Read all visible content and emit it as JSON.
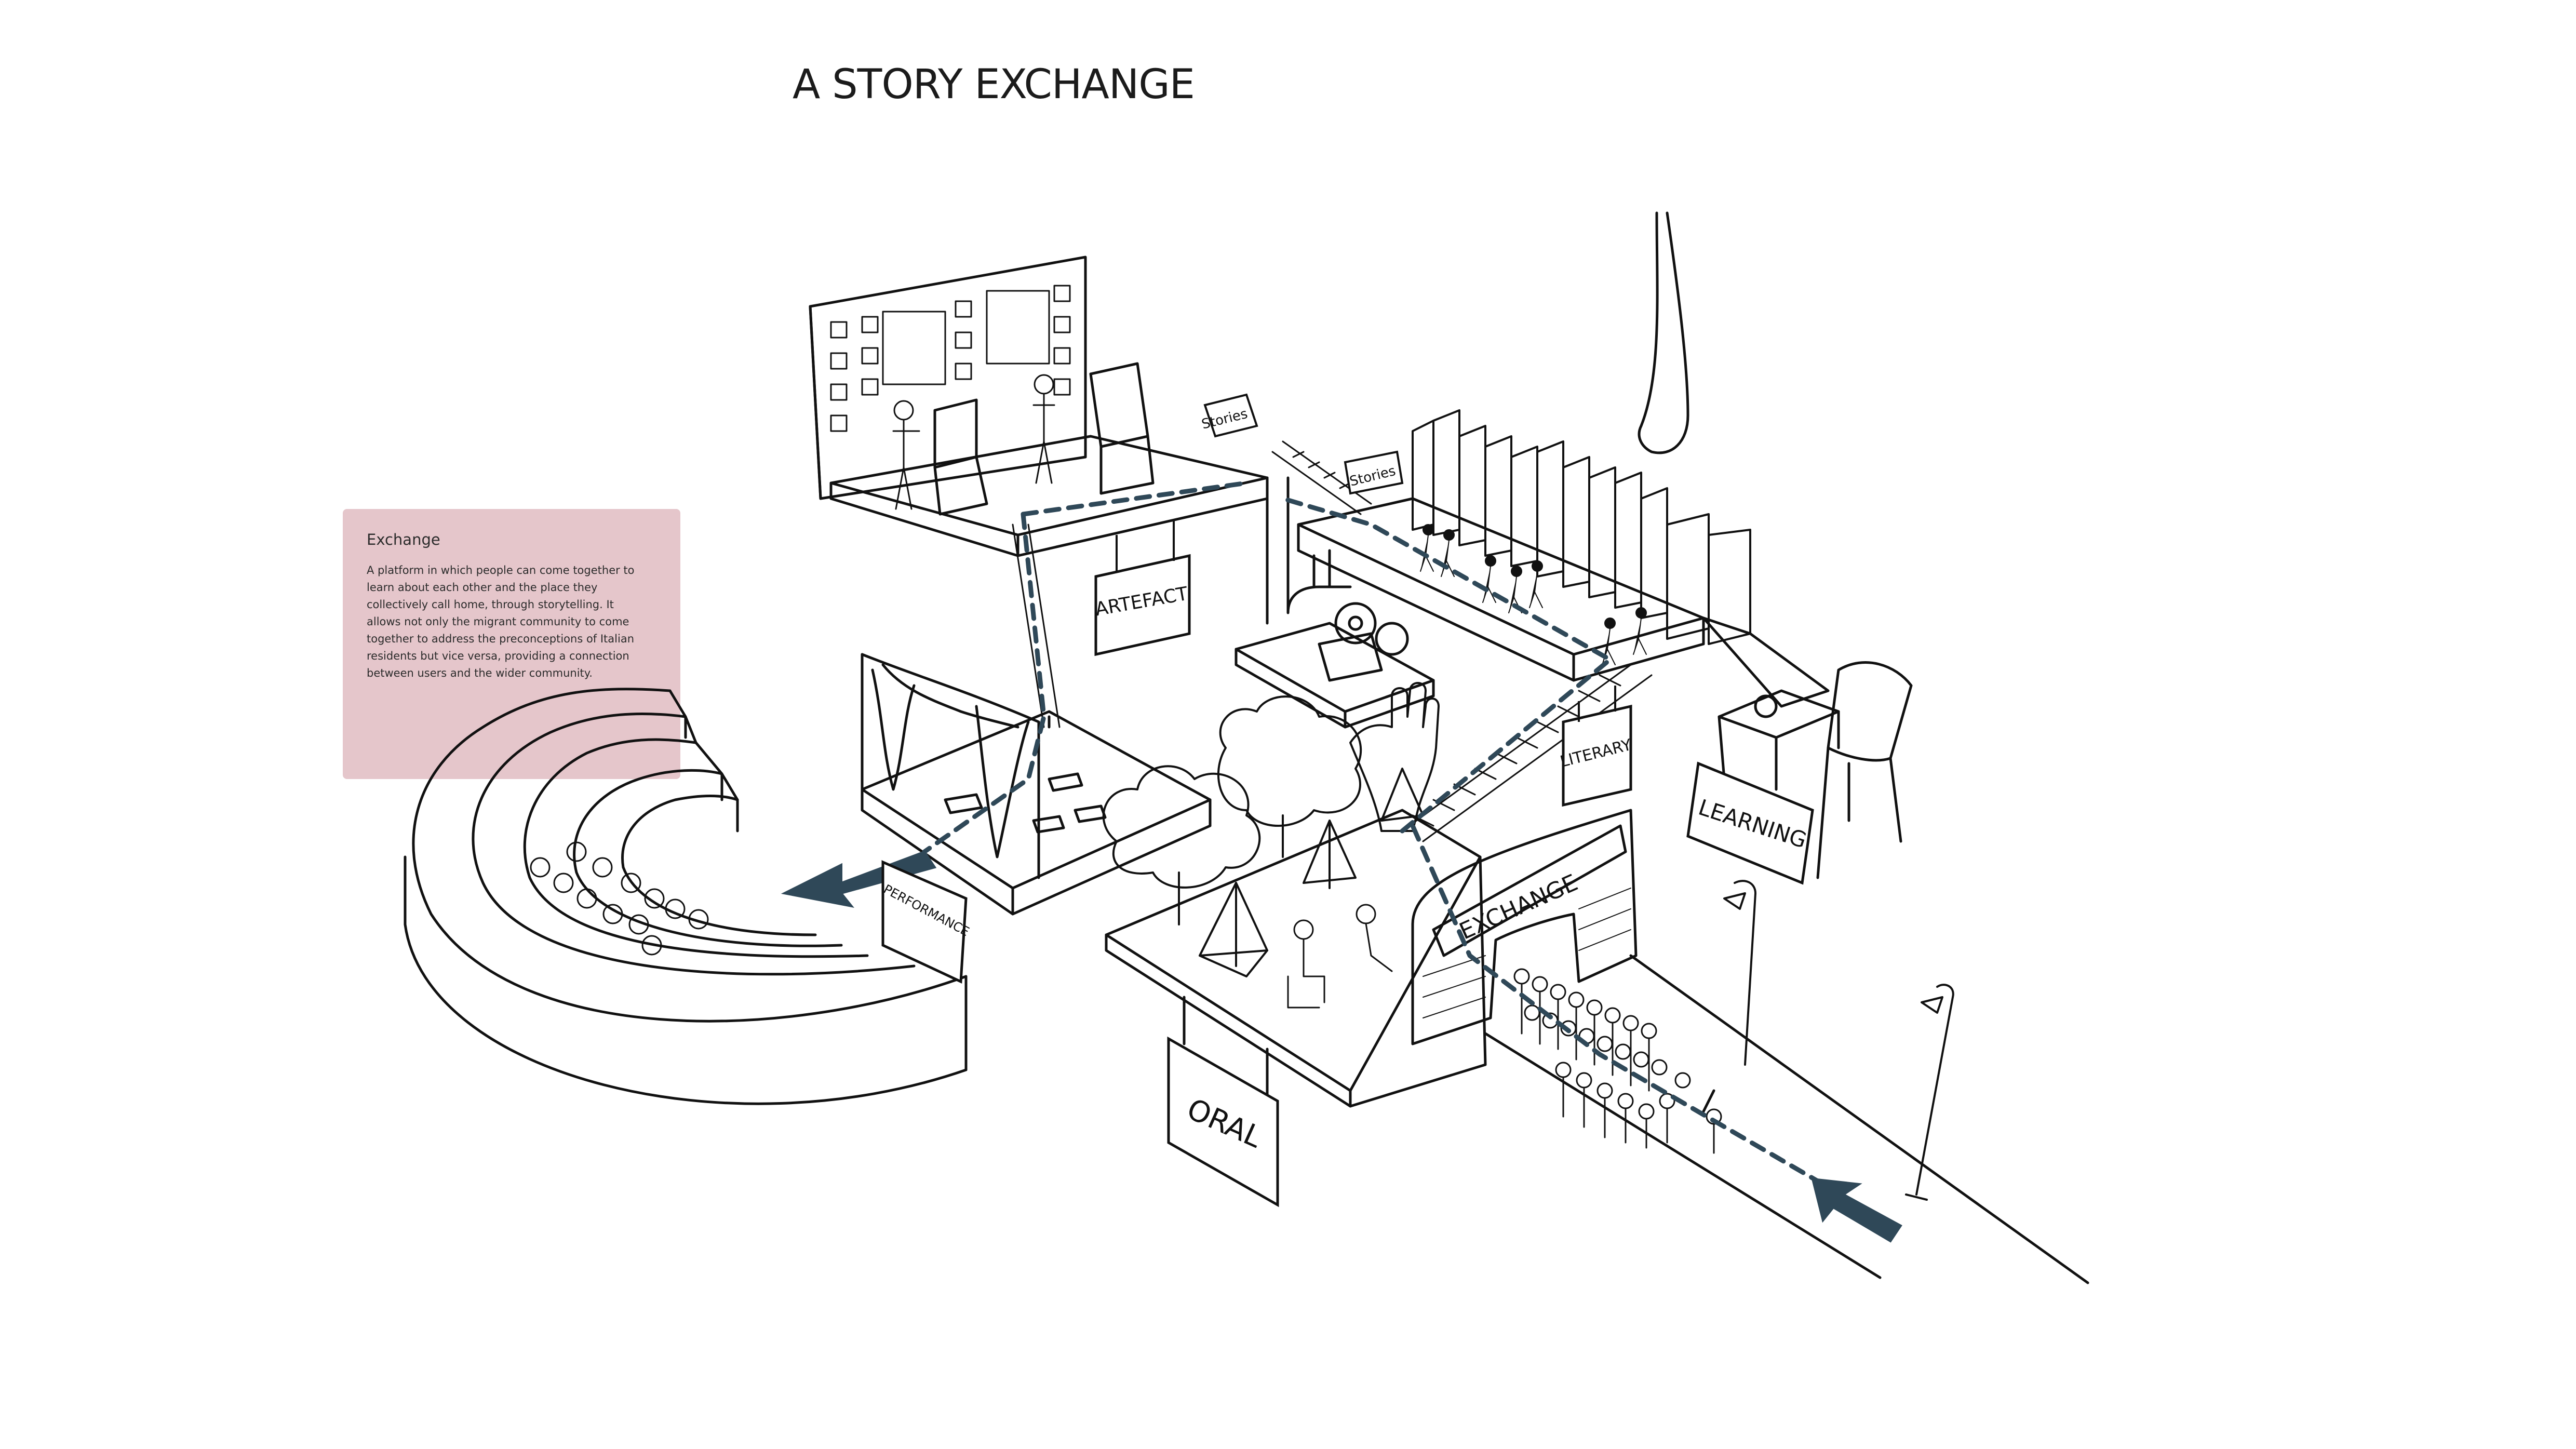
{
  "title": "A STORY EXCHANGE",
  "info": {
    "heading": "Exchange",
    "body": "A platform in which people can come together to learn about each other and the place they collectively call home, through storytelling. It allows not only the migrant community to come together to address the preconceptions of Italian residents but vice versa, providing a connection between users and the wider community."
  },
  "signs": {
    "artefact": "ARTEFACT",
    "literary": "LITERARY",
    "learning": "LEARNING",
    "performance": "PERFORMANCE",
    "oral": "ORAL",
    "exchange": "EXCHANGE",
    "stories_1": "Stories",
    "stories_2": "Stories"
  },
  "colors": {
    "background": "#ffffff",
    "info_box": "#e5c6cb",
    "arrow": "#2f4858",
    "path": "#2f4858",
    "line": "#111111"
  },
  "icons": [
    "arrow-exit-icon",
    "arrow-entry-icon",
    "hand-icon",
    "tree-icon",
    "tent-icon",
    "chair-icon",
    "street-lamp-icon",
    "projector-icon",
    "crowd-icon"
  ]
}
